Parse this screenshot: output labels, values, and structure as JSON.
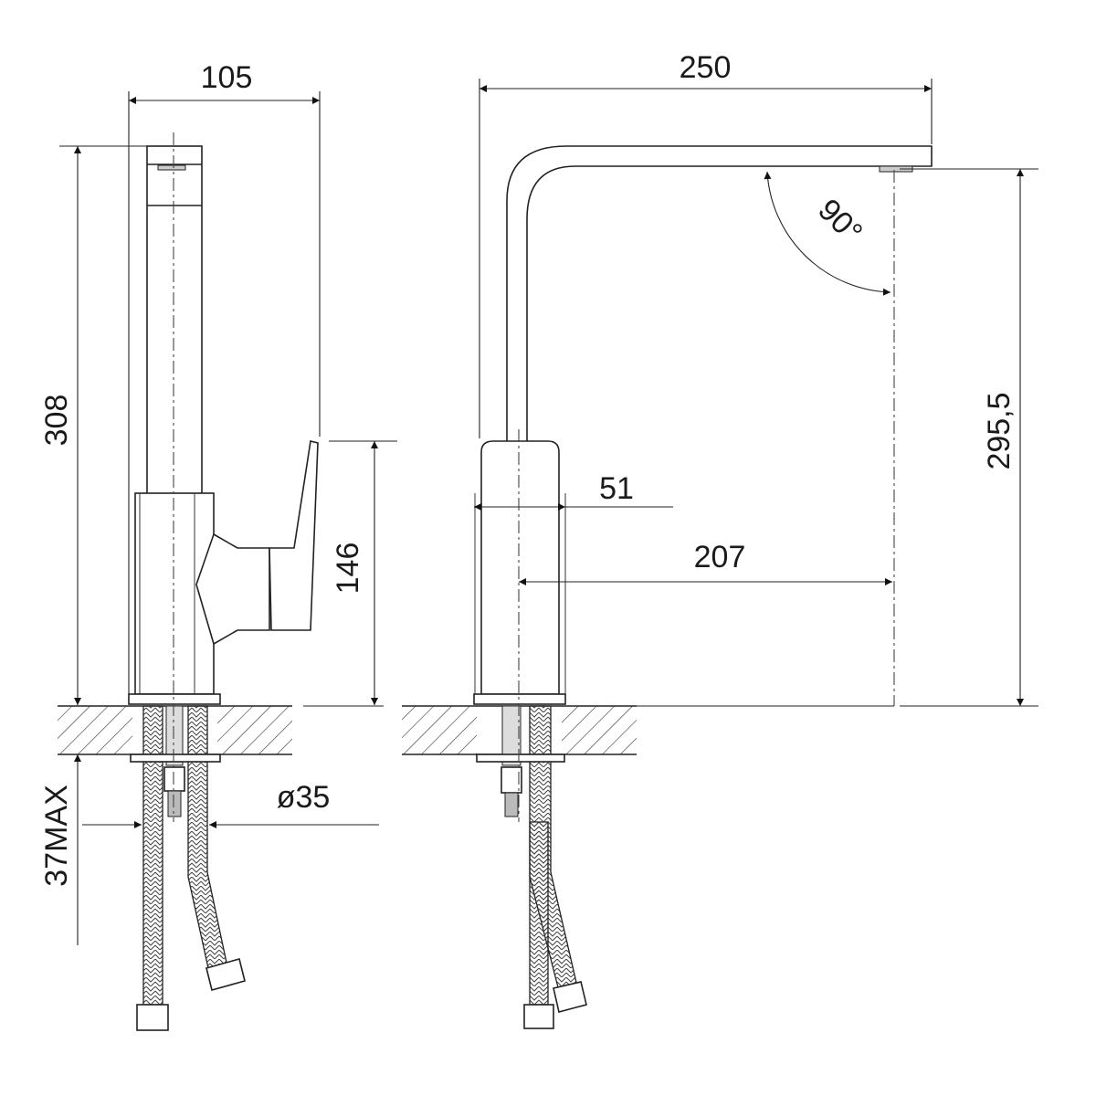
{
  "drawing": {
    "front_view": {
      "width_label": "105",
      "height_label": "308",
      "handle_height_label": "146",
      "hole_diameter_label": "ø35",
      "counter_thickness_label": "37MAX"
    },
    "side_view": {
      "reach_total_label": "250",
      "spout_height_label": "295,5",
      "base_width_label": "51",
      "reach_label": "207",
      "angle_label": "90°"
    },
    "colors": {
      "line": "#222222",
      "background": "#ffffff"
    }
  }
}
